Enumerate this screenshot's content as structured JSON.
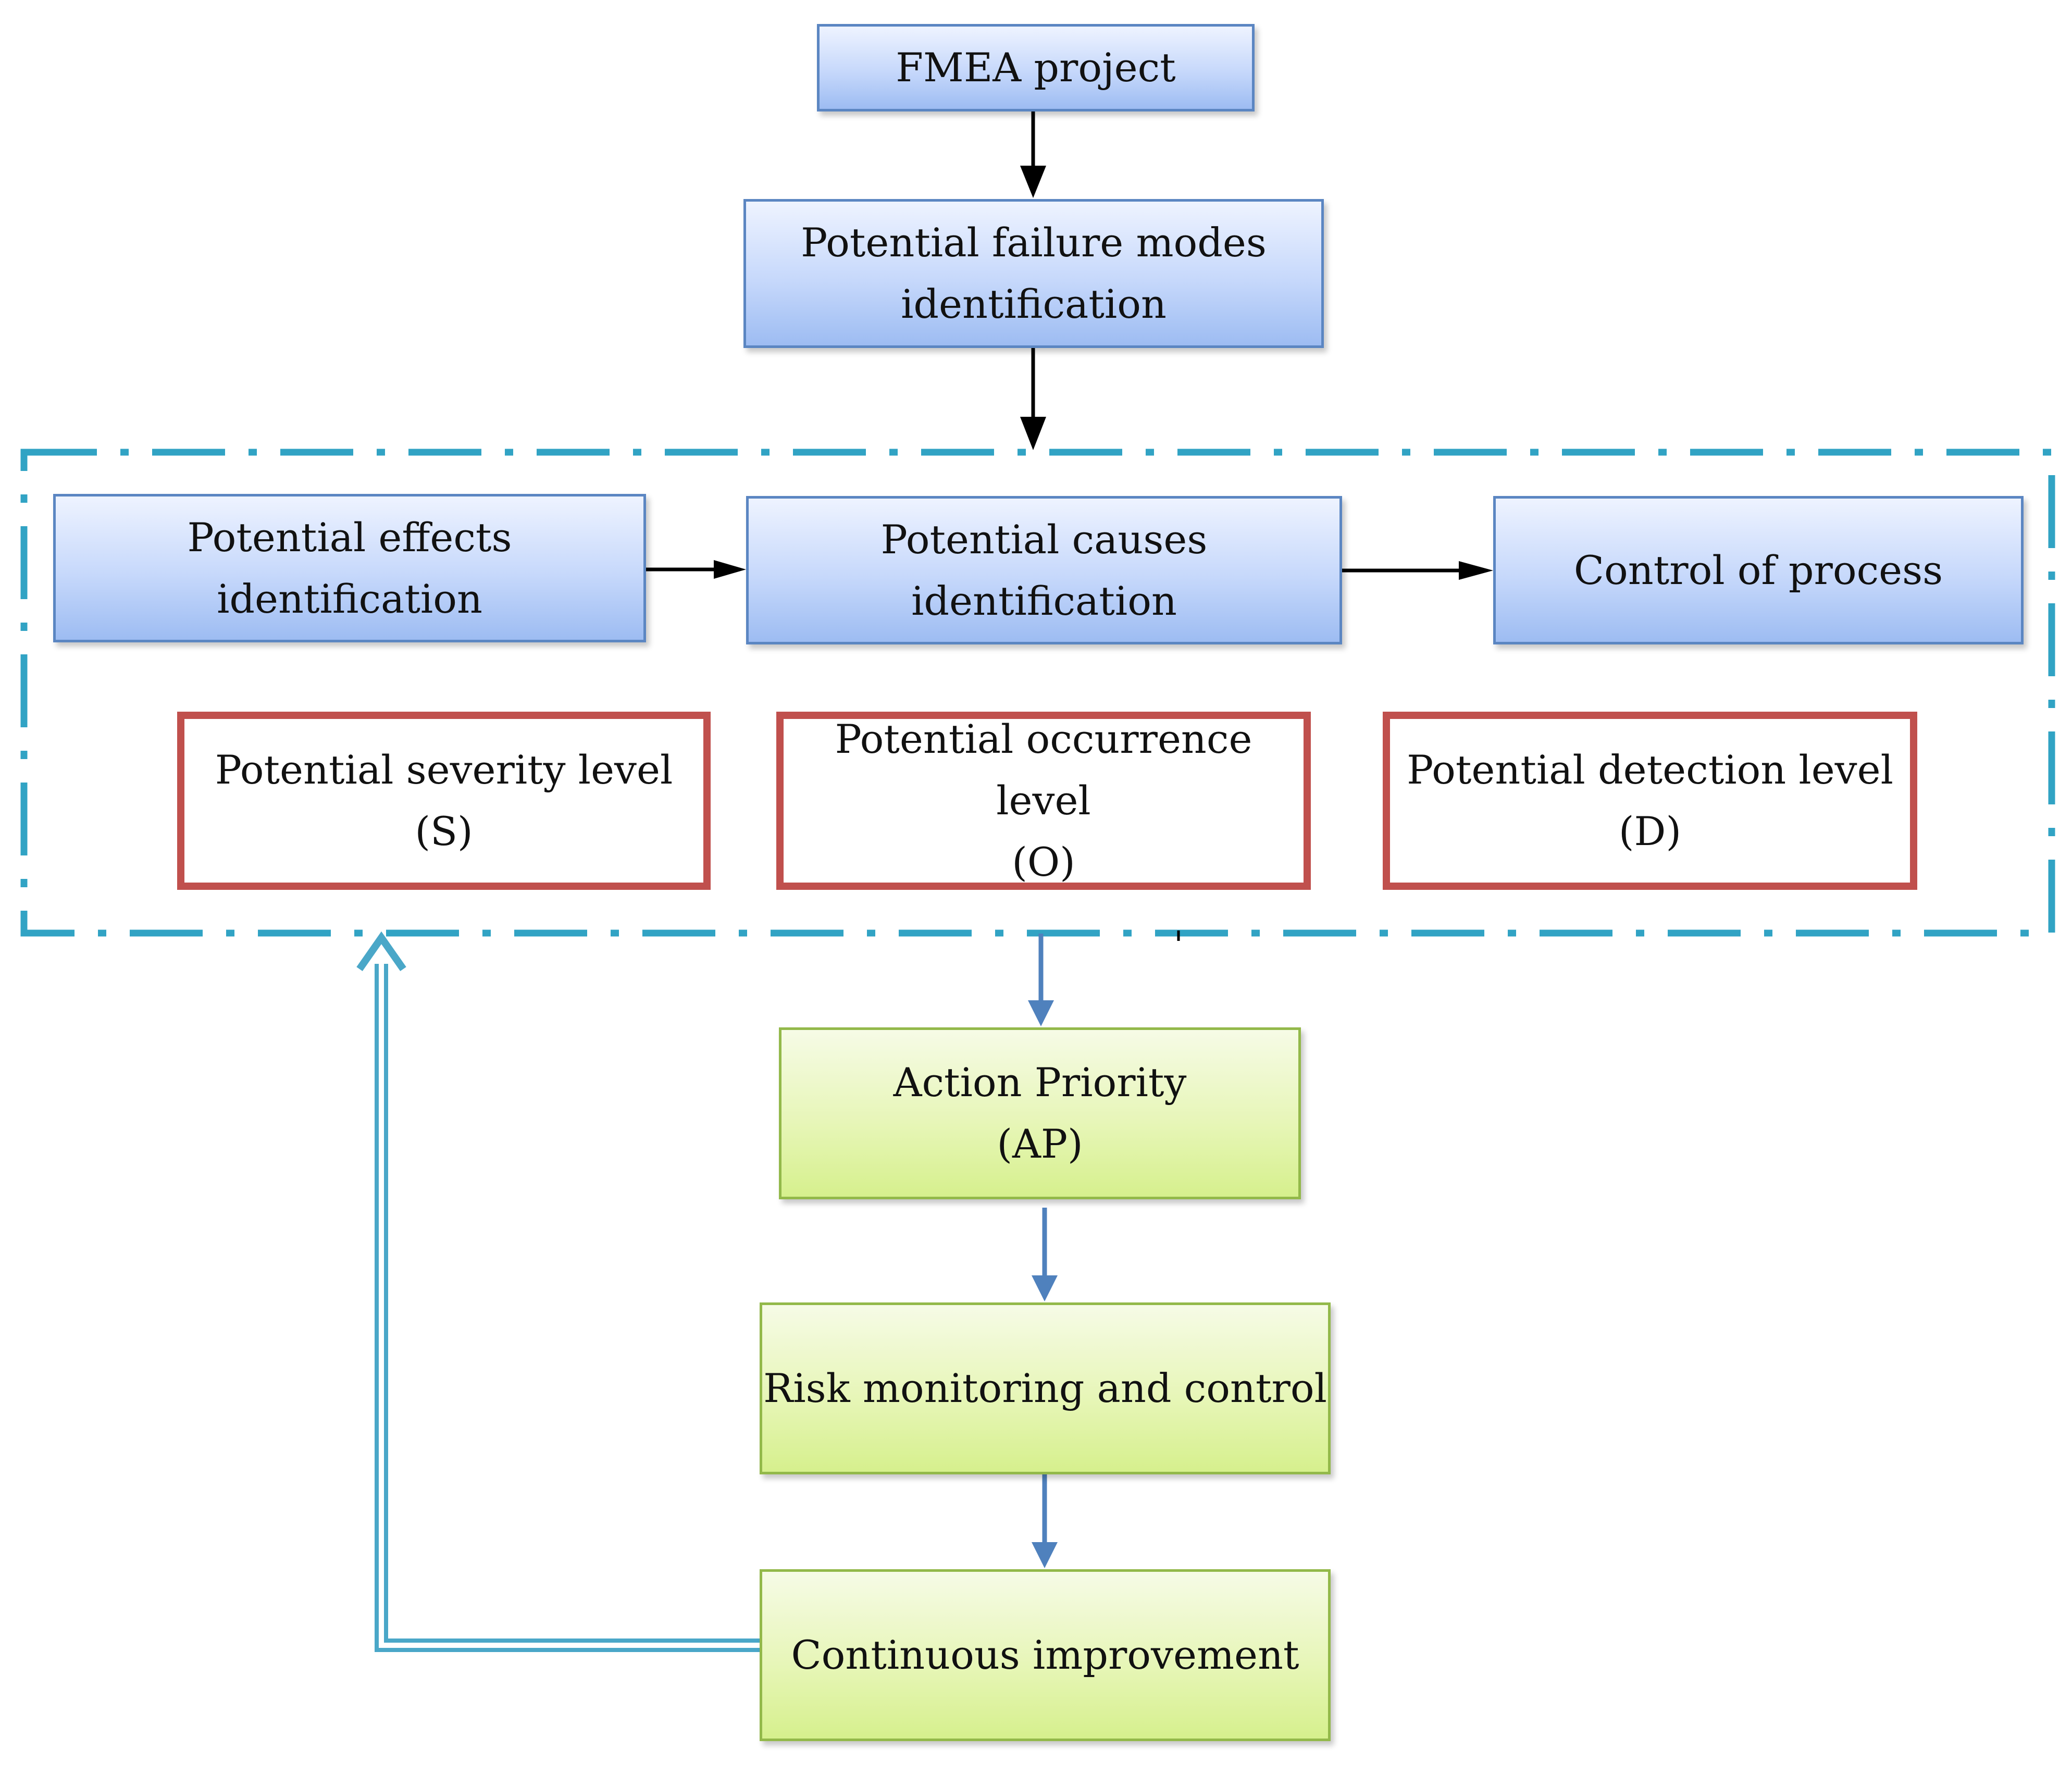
{
  "title": "FMEA project",
  "failure_modes": {
    "line1": "Potential failure modes",
    "line2": "identification"
  },
  "effects": "Potential effects identification",
  "causes": "Potential causes identification",
  "control": "Control of process",
  "severity": {
    "line1": "Potential severity level",
    "line2": "(S)"
  },
  "occurrence": {
    "line1": "Potential occurrence level",
    "line2": "(O)"
  },
  "detection": {
    "line1": "Potential detection level",
    "line2": "(D)"
  },
  "action_priority": {
    "line1": "Action Priority",
    "line2": "(AP)"
  },
  "risk": "Risk monitoring and control",
  "improvement": "Continuous improvement",
  "colors": {
    "blue_box_border": "#5b86c2",
    "red_box_border": "#c0504d",
    "green_box_border": "#93b94a",
    "group_border": "#31a3c4",
    "feedback_arrow": "#4aa7c8",
    "flow_arrow_blue": "#4f81bd",
    "flow_arrow_black": "#000000"
  }
}
